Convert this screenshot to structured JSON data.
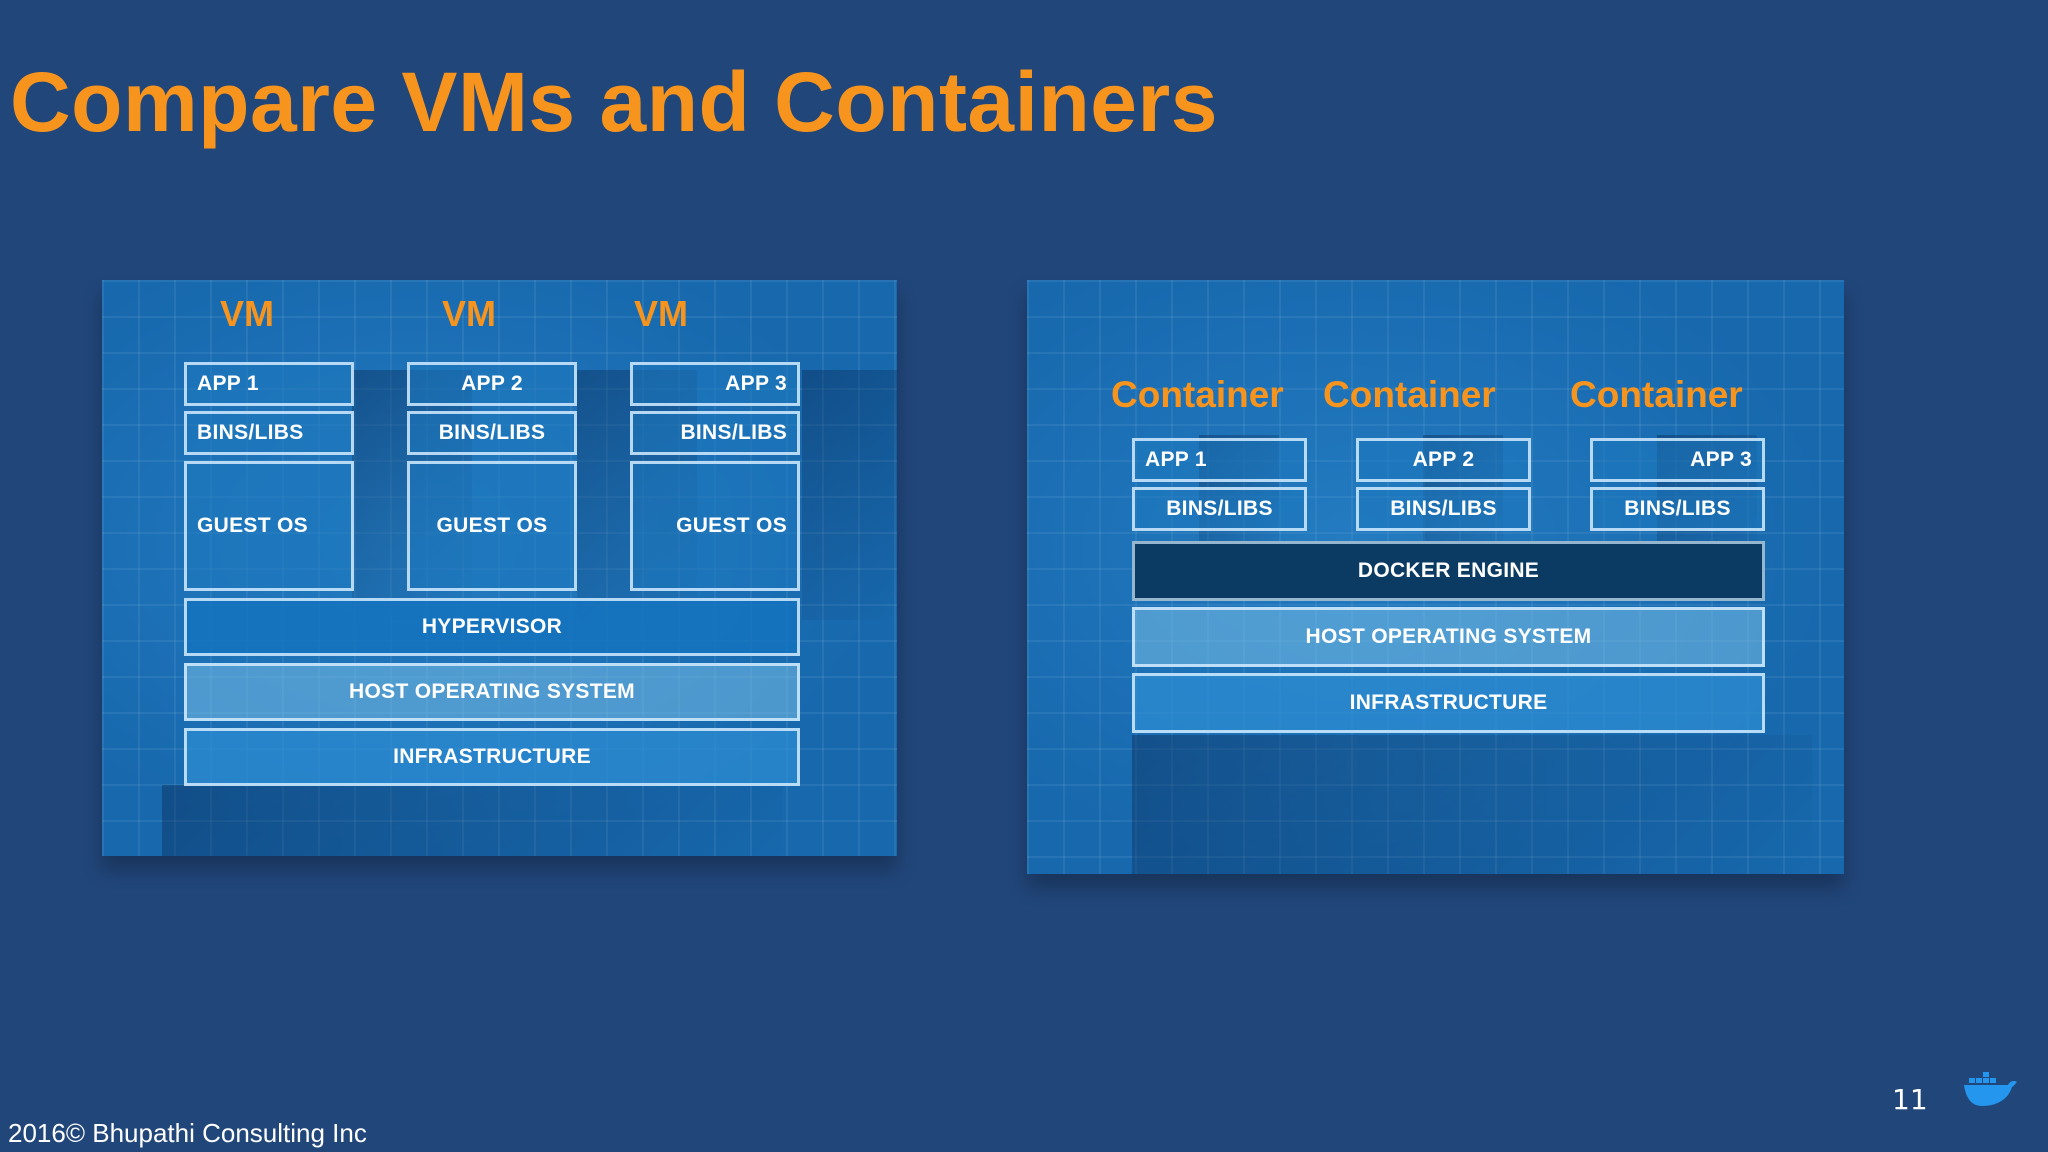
{
  "slide": {
    "title": "Compare VMs and Containers",
    "footer": "2016© Bhupathi Consulting Inc",
    "page_number": "11"
  },
  "vm_diagram": {
    "column_titles": [
      "VM",
      "VM",
      "VM"
    ],
    "apps": [
      "APP 1",
      "APP 2",
      "APP 3"
    ],
    "bins": [
      "BINS/LIBS",
      "BINS/LIBS",
      "BINS/LIBS"
    ],
    "guest_os": [
      "GUEST OS",
      "GUEST OS",
      "GUEST OS"
    ],
    "hypervisor": "HYPERVISOR",
    "host_os": "HOST OPERATING SYSTEM",
    "infrastructure": "INFRASTRUCTURE"
  },
  "container_diagram": {
    "column_titles": [
      "Container",
      "Container",
      "Container"
    ],
    "apps": [
      "APP 1",
      "APP 2",
      "APP 3"
    ],
    "bins": [
      "BINS/LIBS",
      "BINS/LIBS",
      "BINS/LIBS"
    ],
    "engine": "DOCKER ENGINE",
    "host_os": "HOST OPERATING SYSTEM",
    "infrastructure": "INFRASTRUCTURE"
  },
  "colors": {
    "background": "#21467a",
    "title": "#f7941d",
    "panel": "#1768ad",
    "docker_engine": "#0b3a62"
  },
  "icons": {
    "logo": "docker-whale-icon"
  }
}
